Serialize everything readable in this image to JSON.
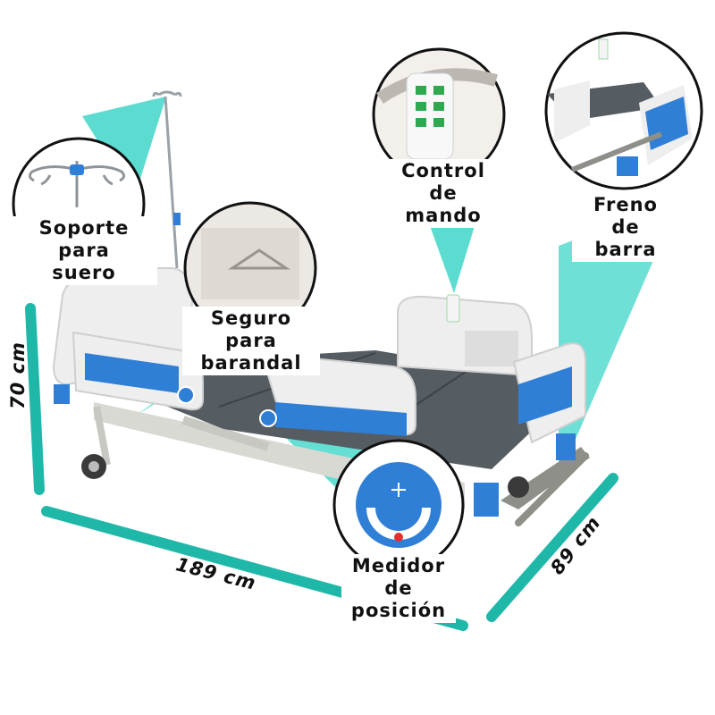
{
  "labels": {
    "iv_pole": {
      "line1": "Soporte para",
      "line2": "suero"
    },
    "remote": {
      "line1": "Control de",
      "line2": "mando"
    },
    "brake": {
      "line1": "Freno de",
      "line2": "barra"
    },
    "rail_lock": {
      "line1": "Seguro para",
      "line2": "barandal"
    },
    "angle_meter": {
      "line1": "Medidor de",
      "line2": "posición"
    }
  },
  "dimensions": {
    "height": "70 cm",
    "length": "189 cm",
    "width": "89 cm"
  },
  "colors": {
    "accent_teal": "#3fd6c8",
    "dimension_line": "#1fb8a8",
    "panel_blue": "#2f7fd6",
    "mattress": "#555c62",
    "frame": "#eeeeee"
  }
}
